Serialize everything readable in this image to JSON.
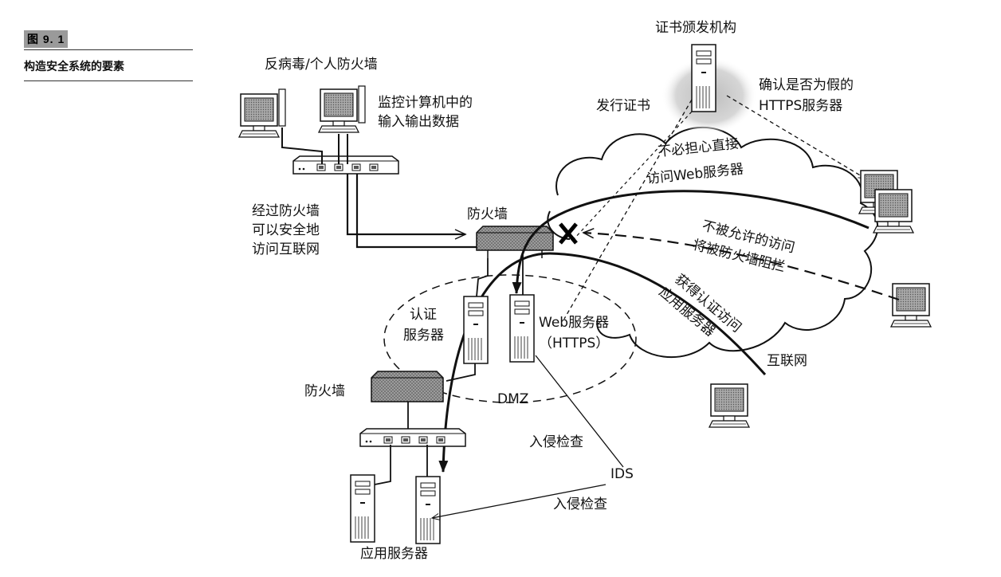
{
  "figure": {
    "number": "图 9. 1",
    "title": "构造安全系统的要素"
  },
  "labels": {
    "antivirus": "反病毒/个人防火墙",
    "monitor_1": "监控计算机中的",
    "monitor_2": "输入输出数据",
    "via_firewall_1": "经过防火墙",
    "via_firewall_2": "可以安全地",
    "via_firewall_3": "访问互联网",
    "firewall_top": "防火墙",
    "ca": "证书颁发机构",
    "issue_cert": "发行证书",
    "confirm_1": "确认是否为假的",
    "confirm_2": "HTTPS服务器",
    "no_worry_1": "不必担心直接",
    "no_worry_2": "访问Web服务器",
    "blocked_1": "不被允许的访问",
    "blocked_2": "将被防火墙阻拦",
    "auth_access_1": "获得认证访问",
    "auth_access_2": "应用服务器",
    "auth_server_1": "认证",
    "auth_server_2": "服务器",
    "web_server_1": "Web服务器",
    "web_server_2": "（HTTPS）",
    "internet": "互联网",
    "firewall_bottom": "防火墙",
    "dmz": "DMZ",
    "intrusion_1": "入侵检查",
    "ids": "IDS",
    "intrusion_2": "入侵检查",
    "app_server": "应用服务器"
  },
  "colors": {
    "line": "#111111",
    "screen": "#8c8c8c",
    "device": "#7a7a7a",
    "cloud_glow": "#cfcfcf",
    "blocked_mark": "#000000"
  }
}
